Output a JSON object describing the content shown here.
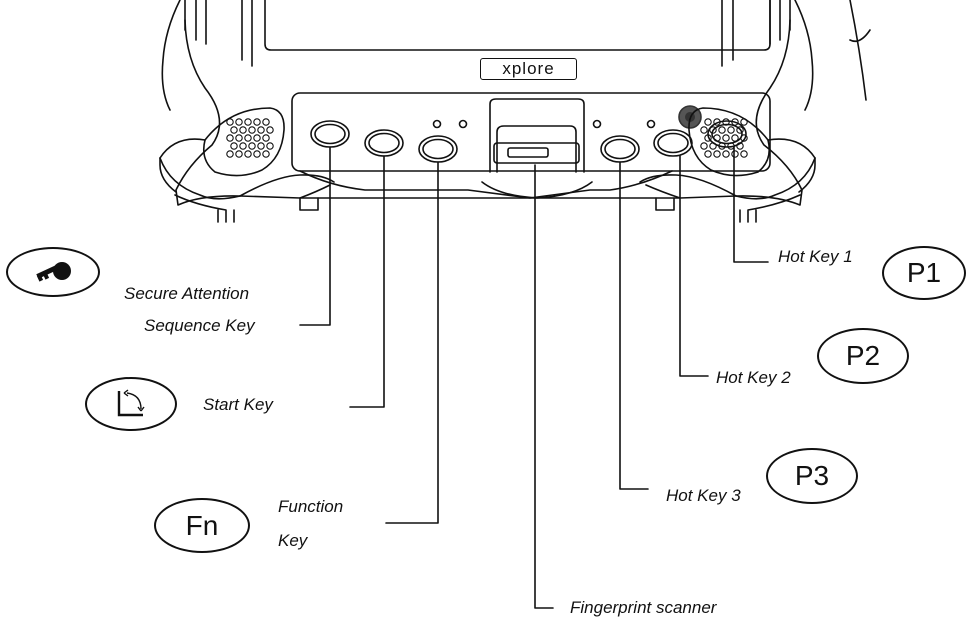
{
  "device": {
    "brand_badge": "xplore"
  },
  "labels": {
    "secure_attention_line1": "Secure Attention",
    "secure_attention_line2": "Sequence Key",
    "start_key": "Start Key",
    "function_key_line1": "Function",
    "function_key_line2": "Key",
    "fingerprint_scanner": "Fingerprint scanner",
    "hot_key_1": "Hot Key 1",
    "hot_key_2": "Hot Key 2",
    "hot_key_3": "Hot Key 3"
  },
  "icons": {
    "secure_attention": "key-lock-icon",
    "start": "start-corner-arrow-icon",
    "fn_text": "Fn",
    "p1_text": "P1",
    "p2_text": "P2",
    "p3_text": "P3"
  }
}
